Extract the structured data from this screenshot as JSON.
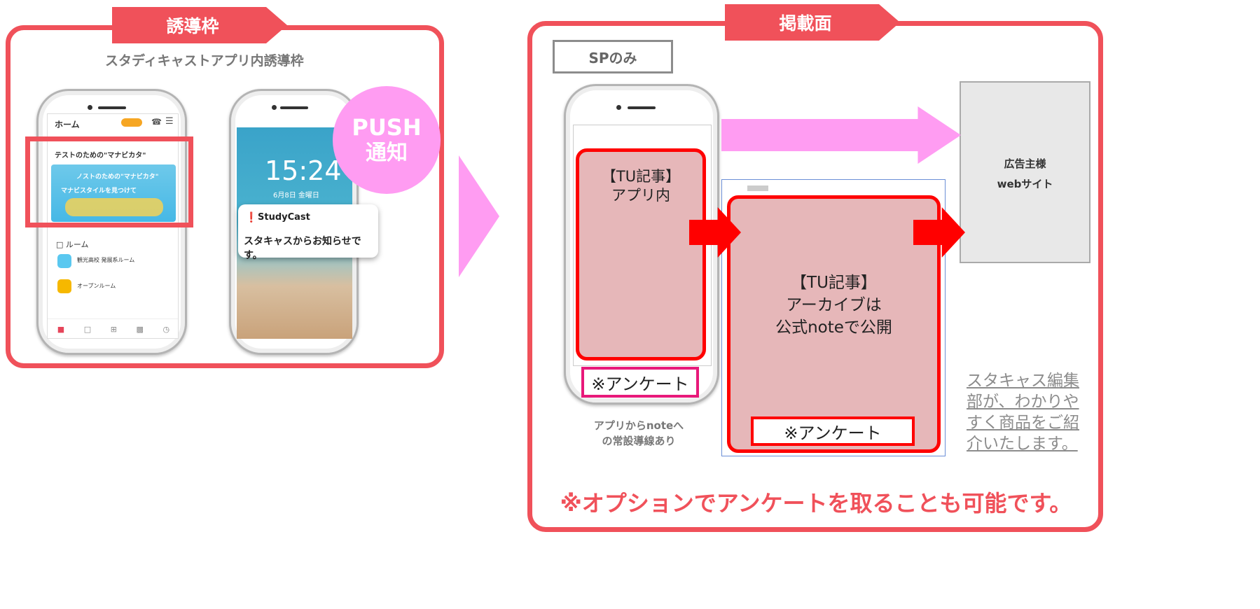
{
  "left": {
    "tab_label": "誘導枠",
    "subtitle": "スタディキャストアプリ内誘導枠",
    "app": {
      "home": "ホーム",
      "article_title": "テストのための\"マナビカタ\"",
      "banner_line1": "ノストのための\"マナビカタ\"",
      "banner_line2": "マナビスタイルを見つけて",
      "room_header": "ルーム",
      "room1": "観光高校 発展系ルーム",
      "room2": "オープンルーム"
    },
    "push_badge_line1": "PUSH",
    "push_badge_line2": "通知",
    "lock_time": "15:24",
    "lock_date": "6月8日 金曜日",
    "notif_app": "StudyCast",
    "notif_text": "スタキャスからお知らせです。"
  },
  "right": {
    "tab_label": "掲載面",
    "sp_only": "SPのみ",
    "article_in_app_line1": "【TU記事】",
    "article_in_app_line2": "アプリ内",
    "survey_label": "※アンケート",
    "app_note_line1": "アプリからnoteへ",
    "app_note_line2": "の常設導線あり",
    "archive_line1": "【TU記事】",
    "archive_line2": "アーカイブは",
    "archive_line3": "公式noteで公開",
    "survey_label_2": "※アンケート",
    "advertiser_line1": "広告主様",
    "advertiser_line2": "webサイト",
    "editor_note_line1": "スタキャス編集",
    "editor_note_line2": "部が、わかりや",
    "editor_note_line3": "すく商品をご紹",
    "editor_note_line4": "介いたします。",
    "option_text": "※オプションでアンケートを取ることも可能です。"
  },
  "colors": {
    "frame_red": "#f0515a",
    "arrow_red": "#ff0000",
    "pink": "#ff9cf2",
    "article_fill": "#e6b7b9",
    "survey_magenta": "#e8197a"
  }
}
